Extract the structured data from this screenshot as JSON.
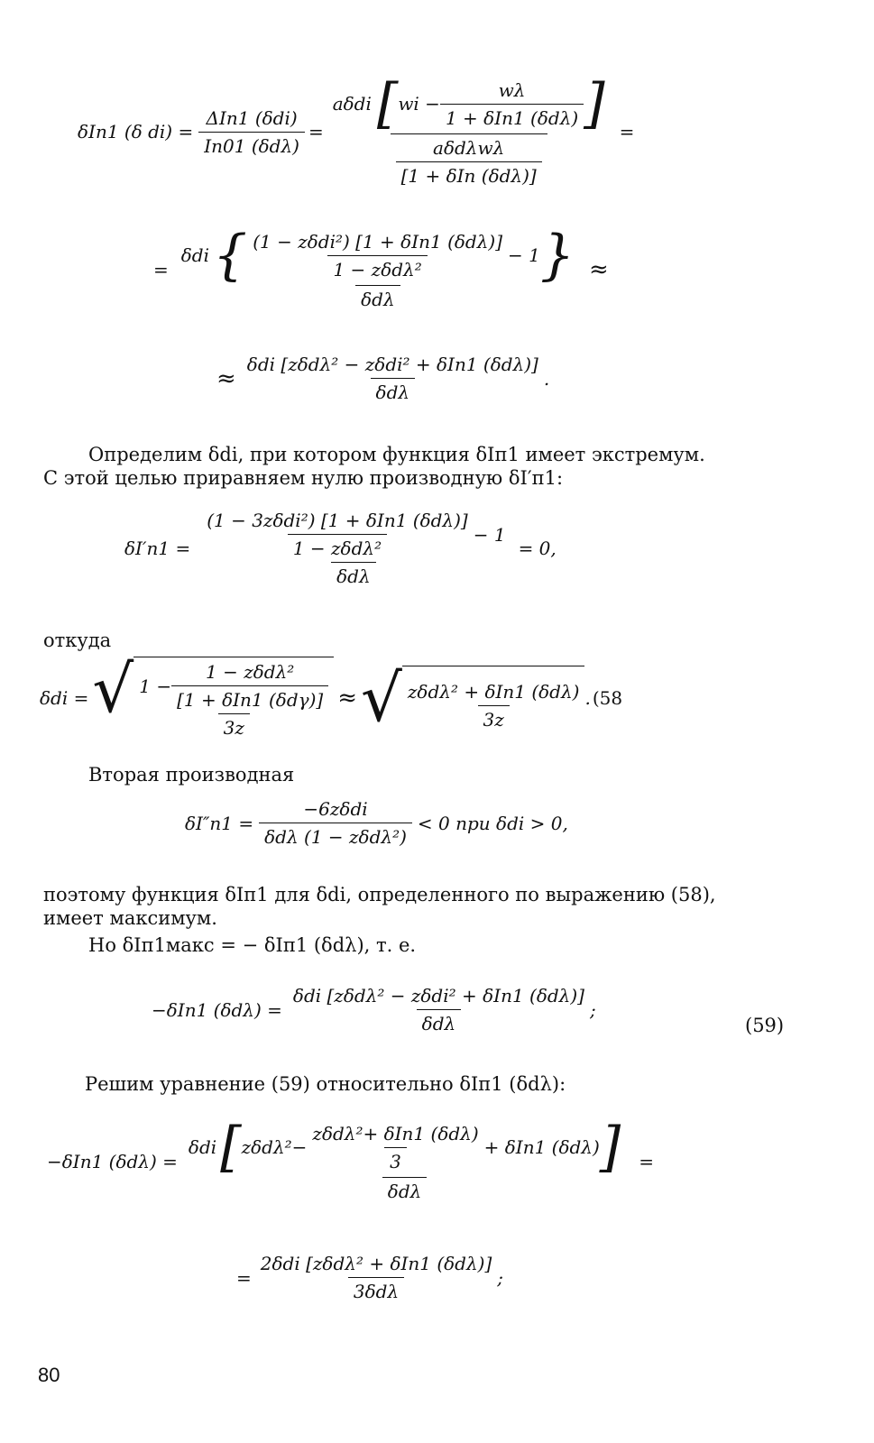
{
  "equation_block_1": {
    "line_1": {
      "lhs": "δIп1 (δ di) =",
      "frac1_num": "ΔIп1 (δdi)",
      "frac1_den": "Iп01 (δdλ)",
      "big_num_prefix": "aδdi",
      "inner_left": "wi −",
      "inner_num": "wλ",
      "inner_den": "1 + δIп1 (δdλ)",
      "big_den_num": "aδdλwλ",
      "big_den_den": "[1 + δIп (δdλ)]",
      "tail": "="
    },
    "line_2": {
      "prefix": "δdi",
      "inner_num": "(1 − zδdi²) [1 + δIп1 (δdλ)]",
      "inner_den": "1 − zδdλ²",
      "inner_tail": "− 1",
      "den": "δdλ",
      "lead": "=",
      "tail": "≈"
    },
    "line_3": {
      "lead": "≈",
      "num": "δdi [zδdλ² − zδdi² + δIп1 (δdλ)]",
      "den": "δdλ",
      "tail": "."
    }
  },
  "paragraph_1": {
    "line_1": "Определим δdi, при котором функция δIп1 имеет экстремум.",
    "line_2": "С этой целью приравняем нулю производную δI′п1:"
  },
  "equation_block_2": {
    "lhs": "δI′п1 =",
    "top_num": "(1 − 3zδdi²) [1 + δIп1 (δdλ)]",
    "top_den": "1 − zδdλ²",
    "top_tail": "− 1",
    "den": "δdλ",
    "tail": "= 0,"
  },
  "word_otkuda": "откуда",
  "equation_58": {
    "lhs": "δdi =",
    "inner_one": "1 −",
    "inner_num": "1 − zδdλ²",
    "inner_den": "[1 + δIп1 (δdγ)]",
    "outer_den": "3z",
    "approx": "≈",
    "right_num": "zδdλ² + δIп1 (δdλ)",
    "right_den": "3z",
    "tail": ".",
    "label": "(58"
  },
  "second_derivative_title": "Вторая производная",
  "equation_block_3": {
    "lhs": "δI″п1 =",
    "num": "−6zδdi",
    "den": "δdλ (1 − zδdλ²)",
    "tail": "< 0 при δdi > 0,"
  },
  "paragraph_2": {
    "line_1": "поэтому функция δIп1 для δdi, определенного по выражению (58),",
    "line_2": "имеет максимум.",
    "line_3": "Но δIп1макс = − δIп1 (δdλ), т. е."
  },
  "equation_59": {
    "lhs": "−δIп1 (δdλ) =",
    "num": "δdi [zδdλ² − zδdi² + δIп1 (δdλ)]",
    "den": "δdλ",
    "tail": ";",
    "label": "(59)"
  },
  "solve_line": "Решим уравнение (59) относительно δIп1 (δdλ):",
  "equation_block_4": {
    "lhs": "−δIп1 (δdλ) =",
    "prefix": "δdi",
    "inner_left": "zδdλ²−",
    "inner_num": "zδdλ²+ δIп1 (δdλ)",
    "inner_den": "3",
    "inner_right": "+ δIп1 (δdλ)",
    "den": "δdλ",
    "tail": "="
  },
  "equation_block_5": {
    "lead": "=",
    "num": "2δdi [zδdλ² + δIп1 (δdλ)]",
    "den": "3δdλ",
    "tail": ";"
  },
  "page_number": "80"
}
